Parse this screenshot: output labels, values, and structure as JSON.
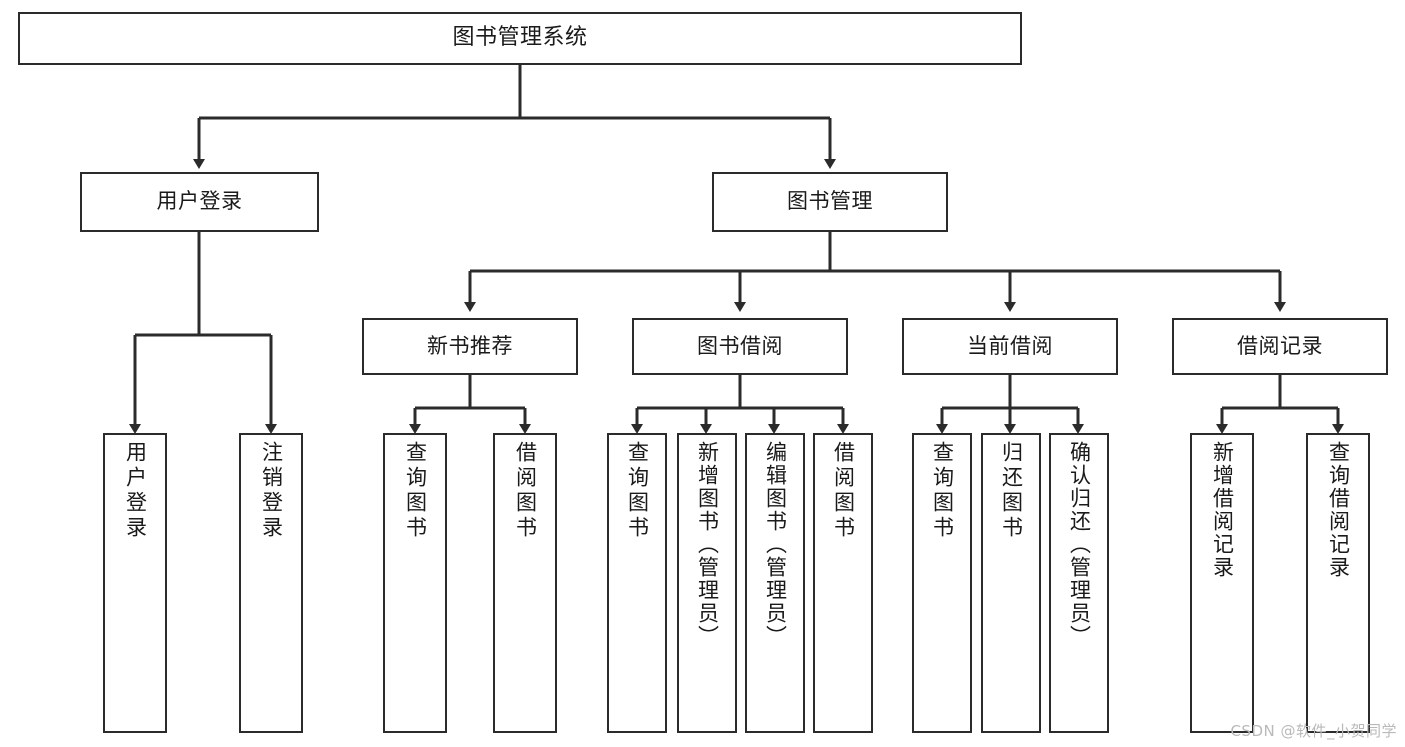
{
  "diagram": {
    "title_node": {
      "label": "图书管理系统"
    },
    "level2": [
      {
        "id": "user-login",
        "label": "用户登录"
      },
      {
        "id": "book-manage",
        "label": "图书管理"
      }
    ],
    "level3": [
      {
        "id": "new-book-recommend",
        "label": "新书推荐"
      },
      {
        "id": "book-borrow",
        "label": "图书借阅"
      },
      {
        "id": "current-borrow",
        "label": "当前借阅"
      },
      {
        "id": "borrow-record",
        "label": "借阅记录"
      }
    ],
    "leaves": [
      {
        "id": "leaf-user-login",
        "label": "用户登录",
        "parent": "用户登录"
      },
      {
        "id": "leaf-logout",
        "label": "注销登录",
        "parent": "用户登录"
      },
      {
        "id": "leaf-query-book-1",
        "label": "查询图书",
        "parent": "新书推荐"
      },
      {
        "id": "leaf-borrow-book-1",
        "label": "借阅图书",
        "parent": "新书推荐"
      },
      {
        "id": "leaf-query-book-2",
        "label": "查询图书",
        "parent": "图书借阅"
      },
      {
        "id": "leaf-add-book",
        "label": "新增图书（管理员）",
        "parent": "图书借阅"
      },
      {
        "id": "leaf-edit-book",
        "label": "编辑图书（管理员）",
        "parent": "图书借阅"
      },
      {
        "id": "leaf-borrow-book-2",
        "label": "借阅图书",
        "parent": "图书借阅"
      },
      {
        "id": "leaf-query-book-3",
        "label": "查询图书",
        "parent": "当前借阅"
      },
      {
        "id": "leaf-return-book",
        "label": "归还图书",
        "parent": "当前借阅"
      },
      {
        "id": "leaf-confirm-return",
        "label": "确认归还（管理员）",
        "parent": "当前借阅"
      },
      {
        "id": "leaf-add-record",
        "label": "新增借阅记录",
        "parent": "借阅记录"
      },
      {
        "id": "leaf-query-record",
        "label": "查询借阅记录",
        "parent": "借阅记录"
      }
    ]
  },
  "watermark": {
    "text": "CSDN @软件_小贺同学"
  },
  "colors": {
    "stroke": "#2b2b2b",
    "background": "#ffffff",
    "text": "#1a1a1a",
    "watermark": "#b9b9b9"
  }
}
